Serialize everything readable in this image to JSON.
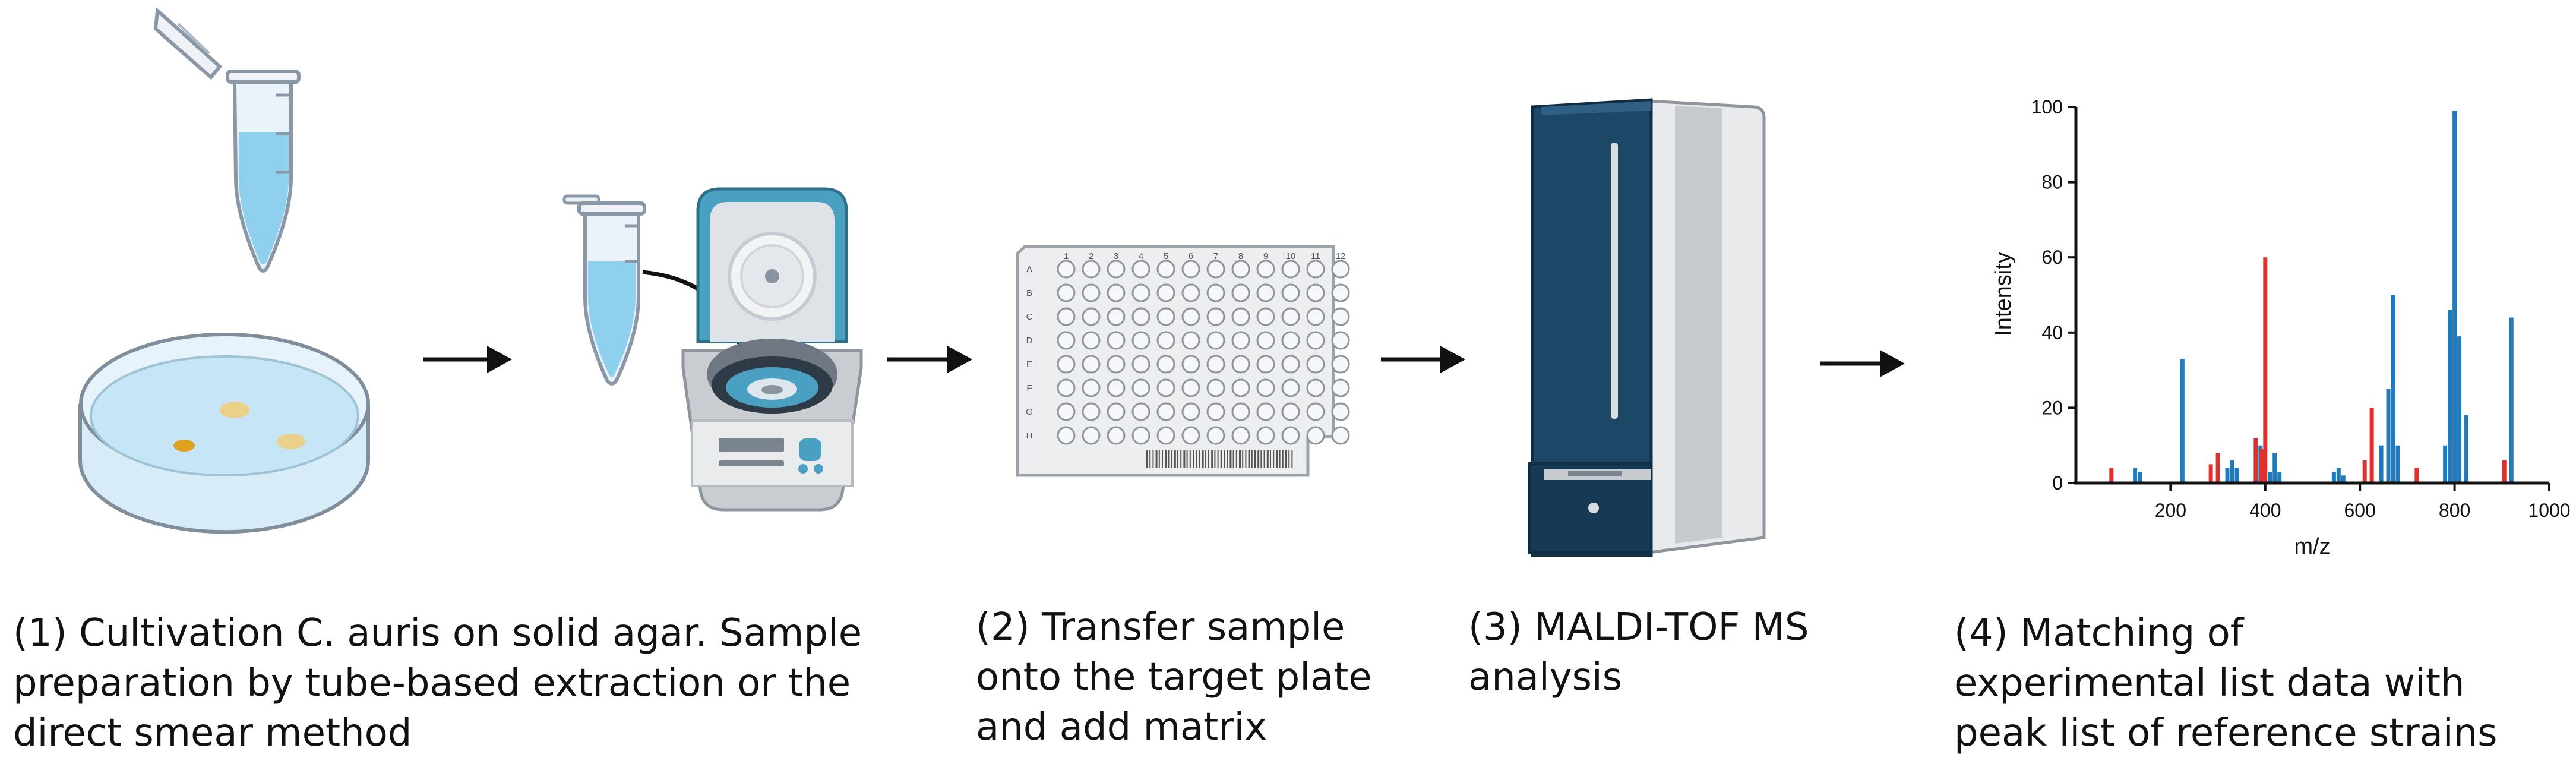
{
  "steps": [
    {
      "lines": [
        "(1) Cultivation C. auris on solid agar. Sample",
        "preparation by tube-based extraction or the",
        "direct smear method"
      ]
    },
    {
      "lines": [
        "(2) Transfer sample",
        "onto the target plate",
        "and add matrix"
      ]
    },
    {
      "lines": [
        "(3) MALDI-TOF MS",
        "analysis"
      ]
    },
    {
      "lines": [
        "(4) Matching of",
        "experimental list data with",
        "peak list of reference strains"
      ]
    }
  ],
  "plate": {
    "columns": [
      "1",
      "2",
      "3",
      "4",
      "5",
      "6",
      "7",
      "8",
      "9",
      "10",
      "11",
      "12"
    ],
    "rows": [
      "A",
      "B",
      "C",
      "D",
      "E",
      "F",
      "G",
      "H"
    ]
  },
  "colors": {
    "tube_liquid": "#8fd0ee",
    "centrifuge_lid": "#4aa0c0",
    "instrument_body": "#1d4766",
    "series_reference": "#1f7bbd",
    "series_experimental": "#e03131",
    "agar_colony_orange": "#e0a020",
    "agar_colony_tan": "#ebd08a"
  },
  "icons": [
    "microtube-icon",
    "petri-dish-icon",
    "centrifuge-icon",
    "target-plate-icon",
    "maldi-tof-instrument-icon",
    "arrow-right-icon"
  ],
  "chart_data": {
    "type": "bar",
    "title": "",
    "xlabel": "m/z",
    "ylabel": "Intensity",
    "xlim": [
      0,
      1000
    ],
    "ylim": [
      0,
      100
    ],
    "xticks": [
      200,
      400,
      600,
      800,
      1000
    ],
    "yticks": [
      0,
      20,
      40,
      60,
      80,
      100
    ],
    "grid": false,
    "series": [
      {
        "color": "#1f7bbd",
        "points": [
          {
            "x": 125,
            "y": 4
          },
          {
            "x": 135,
            "y": 3
          },
          {
            "x": 225,
            "y": 33
          },
          {
            "x": 320,
            "y": 4
          },
          {
            "x": 330,
            "y": 6
          },
          {
            "x": 340,
            "y": 4
          },
          {
            "x": 390,
            "y": 10
          },
          {
            "x": 410,
            "y": 3
          },
          {
            "x": 420,
            "y": 8
          },
          {
            "x": 430,
            "y": 3
          },
          {
            "x": 545,
            "y": 3
          },
          {
            "x": 555,
            "y": 4
          },
          {
            "x": 565,
            "y": 2
          },
          {
            "x": 645,
            "y": 10
          },
          {
            "x": 660,
            "y": 25
          },
          {
            "x": 670,
            "y": 50
          },
          {
            "x": 680,
            "y": 10
          },
          {
            "x": 780,
            "y": 10
          },
          {
            "x": 790,
            "y": 46
          },
          {
            "x": 800,
            "y": 99
          },
          {
            "x": 810,
            "y": 39
          },
          {
            "x": 825,
            "y": 18
          },
          {
            "x": 920,
            "y": 44
          }
        ]
      },
      {
        "color": "#e03131",
        "points": [
          {
            "x": 75,
            "y": 4
          },
          {
            "x": 285,
            "y": 5
          },
          {
            "x": 300,
            "y": 8
          },
          {
            "x": 380,
            "y": 12
          },
          {
            "x": 392,
            "y": 9
          },
          {
            "x": 400,
            "y": 60
          },
          {
            "x": 610,
            "y": 6
          },
          {
            "x": 625,
            "y": 20
          },
          {
            "x": 720,
            "y": 4
          },
          {
            "x": 905,
            "y": 6
          }
        ]
      }
    ]
  }
}
